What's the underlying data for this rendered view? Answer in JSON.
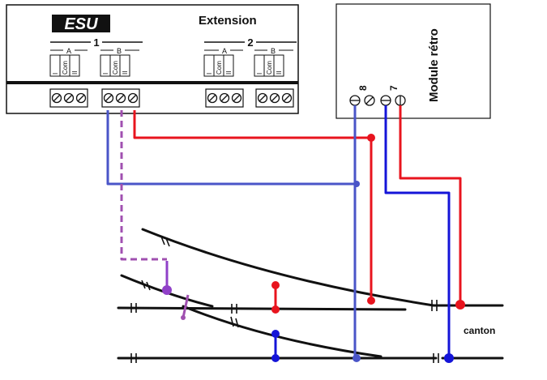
{
  "extension": {
    "logo": "ESU",
    "title": "Extension",
    "group1": {
      "number": "1",
      "a": "A",
      "b": "B"
    },
    "group2": {
      "number": "2",
      "a": "A",
      "b": "B"
    },
    "port_labels": [
      "I",
      "Com",
      "II",
      "I",
      "Com",
      "II"
    ]
  },
  "module": {
    "title": "Module rétro",
    "pin8": "8",
    "pin7": "7"
  },
  "track": {
    "canton_label": "canton"
  },
  "colors": {
    "red": "#e8141e",
    "blue": "#1414d8",
    "slate_blue": "#4a55c8",
    "purple": "#9040c8",
    "purple_dashed": "#a050b0",
    "rail": "#111111"
  }
}
